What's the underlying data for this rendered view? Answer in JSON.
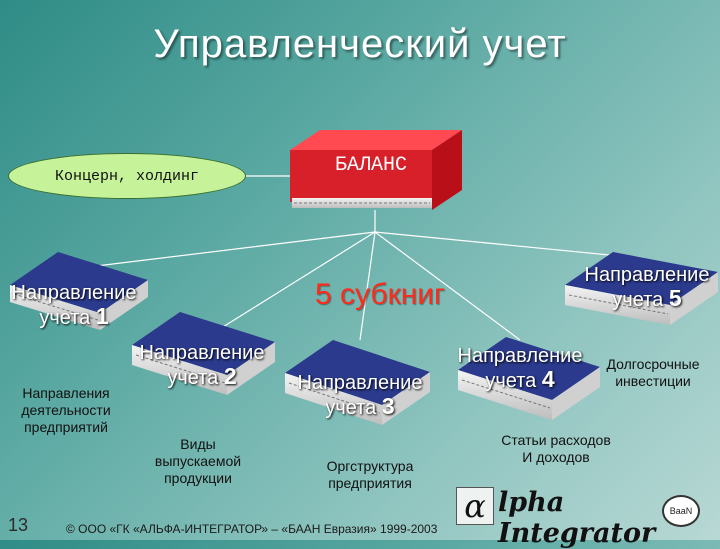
{
  "title": "Управленческий учет",
  "holding": "Концерн, холдинг",
  "balance": "БАЛАНС",
  "center_label": "5 субкниг",
  "books": [
    {
      "line1": "Направление",
      "line2": "учета",
      "num": "1",
      "sub": [
        "Направления",
        "деятельности",
        "предприятий"
      ]
    },
    {
      "line1": "Направление",
      "line2": "учета",
      "num": "2",
      "sub": [
        "Виды",
        "выпускаемой",
        "продукции"
      ]
    },
    {
      "line1": "Направление",
      "line2": "учета",
      "num": "3",
      "sub": [
        "Оргструктура",
        "предприятия"
      ]
    },
    {
      "line1": "Направление",
      "line2": "учета",
      "num": "4",
      "sub": [
        "Статьи расходов",
        "И доходов"
      ]
    },
    {
      "line1": "Направление",
      "line2": "учета",
      "num": "5",
      "sub": [
        "Долгосрочные",
        "инвестиции"
      ]
    }
  ],
  "page_number": "13",
  "copyright": "© ООО «ГК «АЛЬФА-ИНТЕГРАТОР» – «БААН Евразия» 1999-2003",
  "logo": {
    "alpha": "α",
    "text": "lpha Integrator",
    "badge": "BaaN"
  },
  "colors": {
    "background": "#5aa8a2",
    "book_blue": "#2b3a8c",
    "book_red": "#d8202a",
    "accent_red": "#ff2a1a",
    "ellipse": "#c6f39a"
  }
}
